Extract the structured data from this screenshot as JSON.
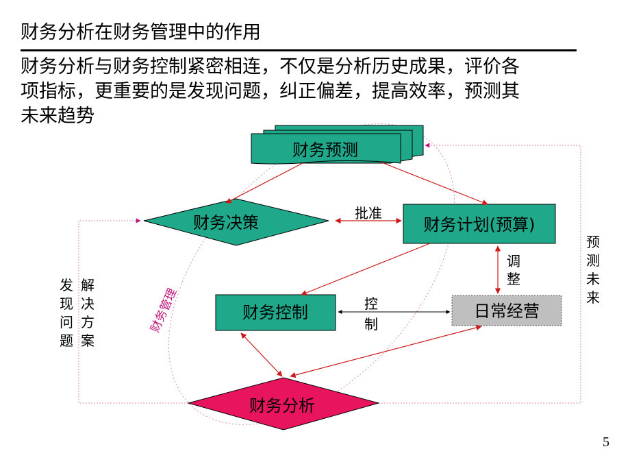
{
  "slide": {
    "heading": "财务分析在财务管理中的作用",
    "intro_lines": [
      "财务分析与财务控制紧密相连，不仅是分析历史成果，评价各",
      "项指标，更重要的是发现问题，纠正偏差，提高效率，预测其",
      "未来趋势"
    ],
    "page_number": "5"
  },
  "diagram": {
    "nodes": {
      "forecast": "财务预测",
      "decision": "财务决策",
      "plan": "财务计划(预算)",
      "control": "财务控制",
      "operations": "日常经营",
      "analysis": "财务分析"
    },
    "edge_labels": {
      "approve": "批准",
      "adjust": [
        "调",
        "整"
      ],
      "control_link": [
        "控",
        "制"
      ]
    },
    "side_labels": {
      "find_problems": [
        "发",
        "现",
        "问",
        "题"
      ],
      "solve_plan": [
        "解",
        "决",
        "方",
        "案"
      ],
      "forecast_future": [
        "预",
        "测",
        "未",
        "来"
      ]
    },
    "boundary_label": "财务管理",
    "colors": {
      "teal_fill": "#1fa889",
      "magenta_fill": "#e8145e",
      "gray_fill": "#bfbfbf",
      "arrow_red": "#cc1a1a",
      "loop_pink": "#d98ab0",
      "label_magenta": "#c0177e"
    }
  }
}
